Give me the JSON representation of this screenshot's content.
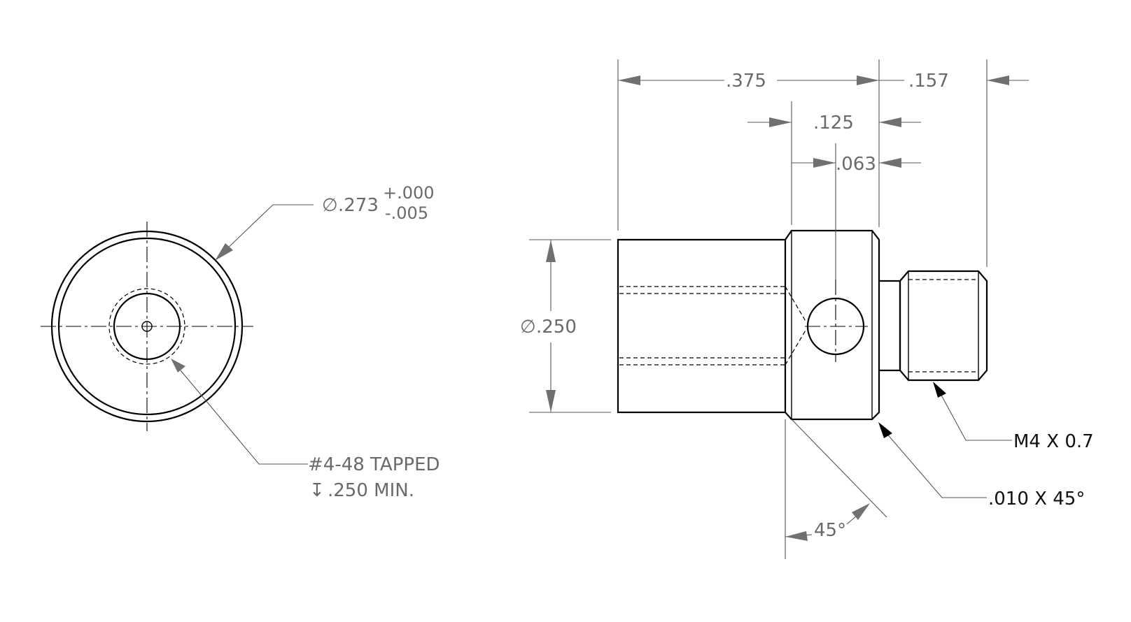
{
  "end_view": {
    "diameter_symbol": "∅",
    "diameter_value": ".273",
    "tolerance_plus": "+.000",
    "tolerance_minus": "-.005",
    "tap_callout": "#4-48 TAPPED",
    "depth_symbol": "↧",
    "depth_value": ".250 MIN."
  },
  "side_view": {
    "length_overall_body": ".375",
    "length_thread": ".157",
    "length_collar": ".125",
    "hole_offset": ".063",
    "diameter_symbol": "∅",
    "diameter_value": ".250",
    "thread_callout": "M4 X 0.7",
    "chamfer_callout": ".010 X 45°",
    "angle": "45°"
  }
}
